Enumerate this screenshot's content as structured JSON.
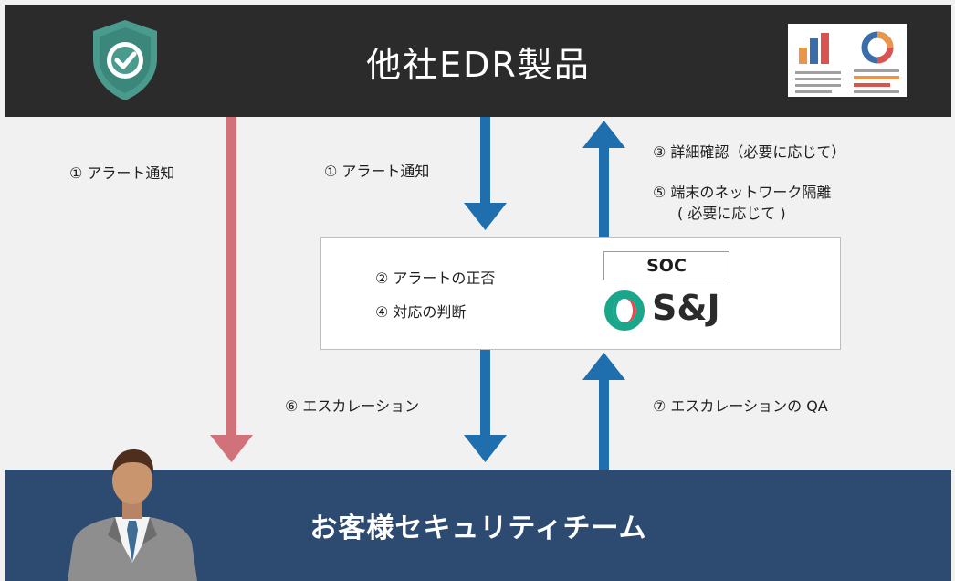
{
  "top": {
    "title": "他社EDR製品"
  },
  "bottom": {
    "title": "お客様セキュリティチーム"
  },
  "labels": {
    "alert_direct": "① アラート通知",
    "alert_soc": "① アラート通知",
    "detail_check": "③ 詳細確認（必要に応じて）",
    "isolate_line1": "⑤ 端末のネットワーク隔離",
    "isolate_line2": "( 必要に応じて )",
    "escalation": "⑥ エスカレーション",
    "escalation_qa": "⑦ エスカレーションの QA"
  },
  "soc": {
    "step2": "② アラートの正否",
    "step4": "④ 対応の判断",
    "tag": "SOC",
    "brand": "S&J"
  },
  "colors": {
    "top_bar": "#2b2b2b",
    "bottom_bar": "#2d4a71",
    "arrow_blue": "#1f6fae",
    "arrow_red": "#d1717a",
    "shield": "#4a9a8e",
    "brand_green": "#1aa68a",
    "brand_red": "#e8484f"
  },
  "icons": {
    "shield": "shield-check-icon",
    "report": "report-chart-icon",
    "person": "person-icon",
    "brand_logo": "sj-logo-icon"
  }
}
